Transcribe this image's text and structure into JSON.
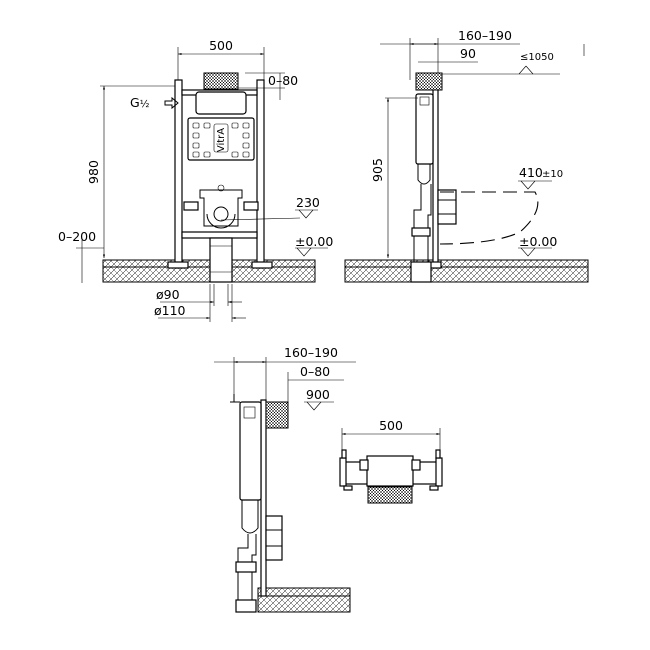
{
  "front_view": {
    "width_dim": "500",
    "top_offset_dim": "0–80",
    "height_dim": "980",
    "floor_adjust_dim": "0–200",
    "water_inlet": "G",
    "water_inlet_fraction": "½",
    "bowl_height_dim": "230",
    "floor_level": "±0.00",
    "pipe_dia_90": "ø90",
    "pipe_dia_110": "ø110",
    "brand_logo": "VitrA"
  },
  "side_view": {
    "depth_dim": "160–190",
    "offset_dim": "90",
    "max_height_dim": "≤1050",
    "frame_height_dim": "905",
    "bowl_height_dim": "410",
    "bowl_height_tol": "±10",
    "floor_level": "±0.00"
  },
  "side_view_2": {
    "depth_dim": "160–190",
    "offset_dim": "0–80",
    "height_dim": "900"
  },
  "top_view": {
    "width_dim": "500"
  }
}
